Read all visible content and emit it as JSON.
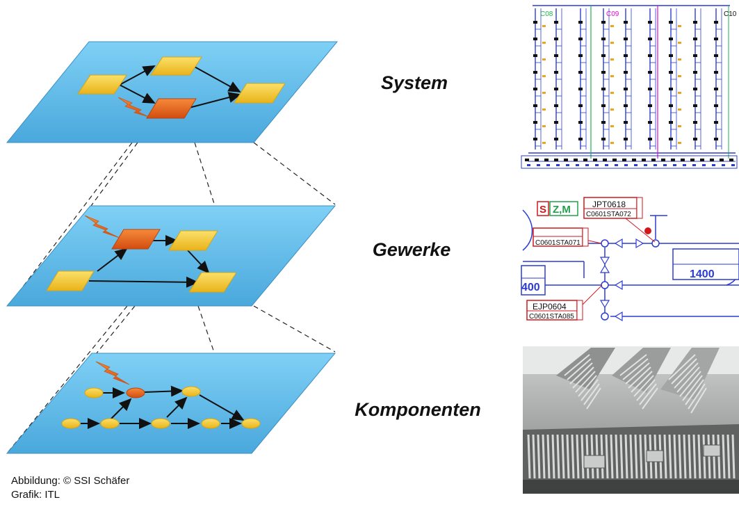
{
  "layers": [
    {
      "label": "System"
    },
    {
      "label": "Gewerke"
    },
    {
      "label": "Komponenten"
    }
  ],
  "credits": {
    "line1": "Abbildung: © SSI Schäfer",
    "line2": "Grafik: ITL"
  },
  "schematic_labels": {
    "c08": "C08",
    "c09": "C09",
    "c10": "C10"
  },
  "pid_labels": {
    "s": "S",
    "zm": "Z,M",
    "jpt_tag": "JPT0618",
    "jpt_sub": "C0601STA072",
    "sta071": "C0601STA071",
    "box_right": "1400",
    "box_left": "400",
    "ejp_tag": "EJP0604",
    "ejp_sub": "C0601STA085"
  },
  "colors": {
    "plane": "#5fb9e6",
    "plane_edge": "#3b8fc4",
    "node_yellow": "#f2c22a",
    "node_orange": "#e8641e",
    "schematic_blue": "#2a3bd1",
    "pid_red": "#d2171c"
  }
}
